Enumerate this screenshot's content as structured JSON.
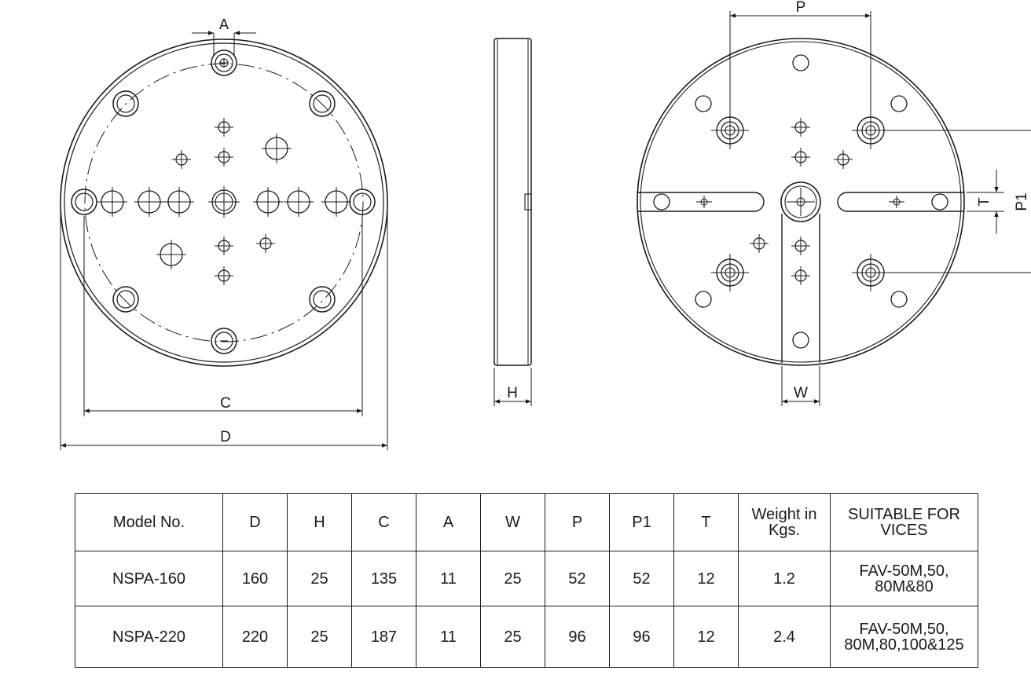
{
  "drawing": {
    "labels": {
      "A": "A",
      "C": "C",
      "D": "D",
      "H": "H",
      "P": "P",
      "P1": "P1",
      "T": "T",
      "W": "W"
    },
    "line_color": "#1a1a1a"
  },
  "table": {
    "headers": [
      "Model No.",
      "D",
      "H",
      "C",
      "A",
      "W",
      "P",
      "P1",
      "T",
      "Weight in Kgs.",
      "SUITABLE FOR VICES"
    ],
    "rows": [
      [
        "NSPA-160",
        "160",
        "25",
        "135",
        "11",
        "25",
        "52",
        "52",
        "12",
        "1.2",
        "FAV-50M,50, 80M&80"
      ],
      [
        "NSPA-220",
        "220",
        "25",
        "187",
        "11",
        "25",
        "96",
        "96",
        "12",
        "2.4",
        "FAV-50M,50, 80M,80,100&125"
      ]
    ]
  }
}
